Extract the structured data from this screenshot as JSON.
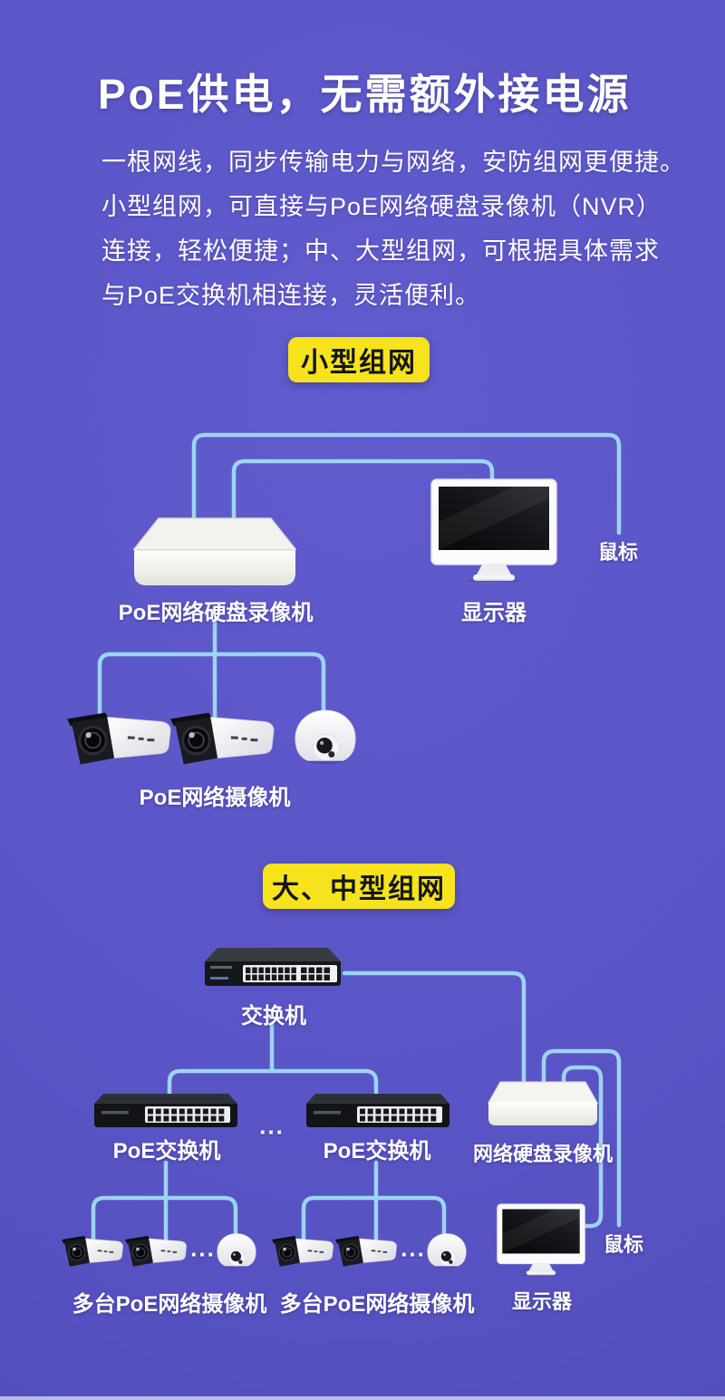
{
  "header": {
    "title": "PoE供电，无需额外接电源",
    "intro_lines": [
      "一根网线，同步传输电力与网络，安防组网更便捷。",
      "小型组网，可直接与PoE网络硬盘录像机（NVR）",
      "连接，轻松便捷；中、大型组网，可根据具体需求",
      "与PoE交换机相连接，灵活便利。"
    ]
  },
  "sections": {
    "small": {
      "badge": "小型组网",
      "nvr_label": "PoE网络硬盘录像机",
      "monitor_label": "显示器",
      "mouse_label": "鼠标",
      "camera_label": "PoE网络摄像机"
    },
    "large": {
      "badge": "大、中型组网",
      "switch_label": "交换机",
      "poe_switch_1_label": "PoE交换机",
      "poe_switch_2_label": "PoE交换机",
      "ellipsis_switch": "...",
      "nvr_label": "网络硬盘录像机",
      "camera_group_1_label": "多台PoE网络摄像机",
      "camera_group_2_label": "多台PoE网络摄像机",
      "ellipsis_cam_1": "...",
      "ellipsis_cam_2": "...",
      "monitor_label": "显示器",
      "mouse_label": "鼠标"
    }
  },
  "colors": {
    "background": "#5a55c6",
    "cable": "#9cd4f3",
    "badge_bg": "#f6e31c",
    "badge_text": "#151515",
    "text": "#ffffff"
  }
}
